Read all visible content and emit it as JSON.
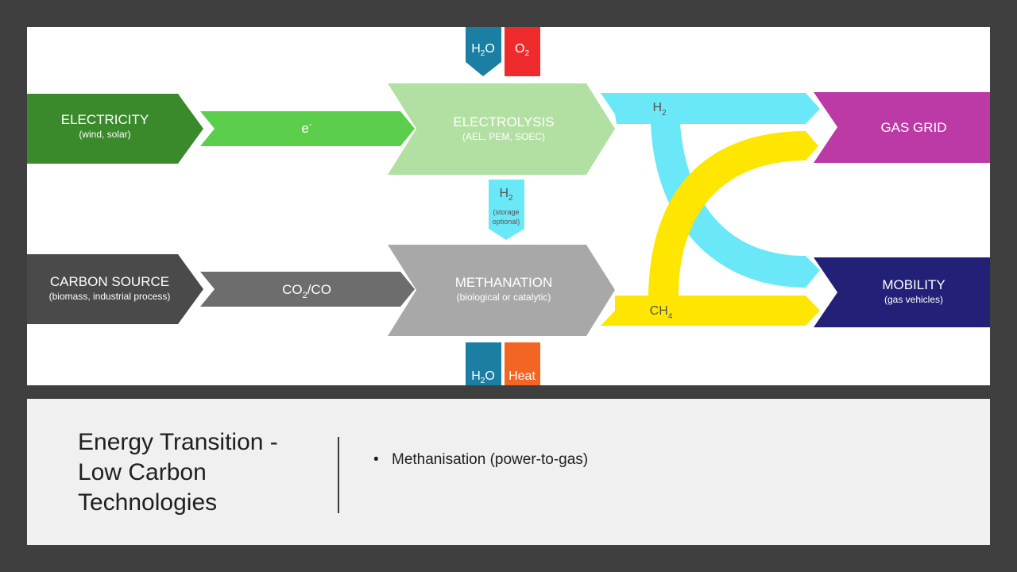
{
  "diagram": {
    "sources": {
      "electricity": {
        "label": "ELECTRICITY",
        "sub": "(wind, solar)"
      },
      "carbon": {
        "label": "CARBON SOURCE",
        "sub": "(biomass, industrial process)"
      }
    },
    "flows": {
      "electrons": {
        "label": "e",
        "sup": "-"
      },
      "co2": {
        "a": "CO",
        "sub": "2",
        "b": "/CO"
      }
    },
    "processes": {
      "electrolysis": {
        "label": "ELECTROLYSIS",
        "sub": "(AEL, PEM, SOEC)"
      },
      "methanation": {
        "label": "METHANATION",
        "sub": "(biological or catalytic)"
      }
    },
    "inputs_top": {
      "water": {
        "a": "H",
        "sub": "2",
        "b": "O"
      },
      "oxygen": {
        "a": "O",
        "sub": "2"
      }
    },
    "h2_storage": {
      "a": "H",
      "sub": "2",
      "note1": "(storage",
      "note2": "optional)"
    },
    "outputs_bottom": {
      "water": {
        "a": "H",
        "sub": "2",
        "b": "O"
      },
      "heat": {
        "label": "Heat"
      }
    },
    "gas_labels": {
      "h2": {
        "a": "H",
        "sub": "2"
      },
      "ch4": {
        "a": "CH",
        "sub": "4"
      }
    },
    "destinations": {
      "gas_grid": {
        "label": "GAS GRID"
      },
      "mobility": {
        "label": "MOBILITY",
        "sub": "(gas vehicles)"
      }
    },
    "colors": {
      "electricity": "#3a8a2c",
      "electrons": "#5bcf4b",
      "electrolysis": "#b2e0a2",
      "carbon": "#4a4a4a",
      "co2": "#6d6d6d",
      "methanation": "#a8a8a8",
      "water": "#1a7fa3",
      "oxygen": "#ef2b2d",
      "heat": "#f26522",
      "hydrogen": "#6be8f7",
      "methane": "#ffe600",
      "gas_grid": "#bb3aa6",
      "mobility": "#232077"
    }
  },
  "caption": {
    "title_lines": [
      "Energy Transition -",
      "Low Carbon",
      "Technologies"
    ],
    "bullets": [
      "Methanisation (power-to-gas)"
    ]
  }
}
